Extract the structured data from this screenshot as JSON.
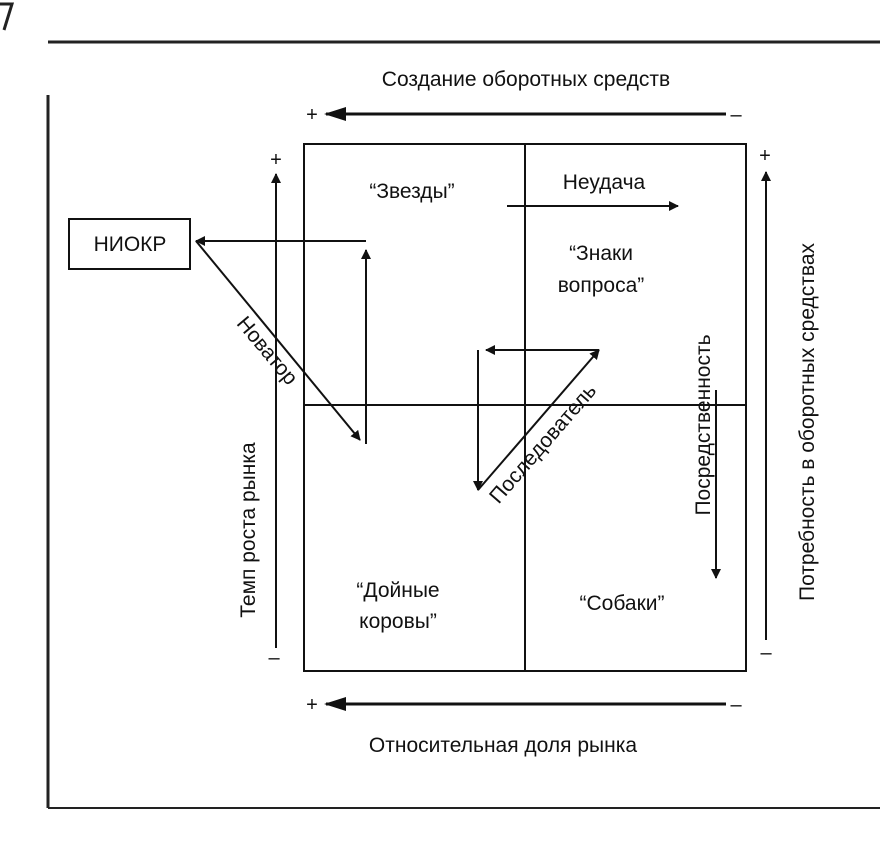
{
  "top_axis": {
    "label": "Создание оборотных средств",
    "plus": "+",
    "minus": "–"
  },
  "bottom_axis": {
    "label": "Относительная доля рынка",
    "plus": "+",
    "minus": "–"
  },
  "left_axis": {
    "label": "Темп роста рынка",
    "plus": "+",
    "minus": "–"
  },
  "right_axis": {
    "label": "Потребность в оборотных средствах",
    "plus": "+",
    "minus": "–"
  },
  "quadrants": {
    "stars": "“Звезды”",
    "question_marks_1": "“Знаки",
    "question_marks_2": "вопроса”",
    "cash_cows_1": "“Дойные",
    "cash_cows_2": "коровы”",
    "dogs": "“Собаки”"
  },
  "box": {
    "niokr": "НИОКР"
  },
  "arrows": {
    "failure": "Неудача",
    "innovator": "Новатор",
    "follower": "Последователь",
    "mediocrity": "Посредственность"
  },
  "colors": {
    "ink": "#111111",
    "background": "#ffffff"
  }
}
